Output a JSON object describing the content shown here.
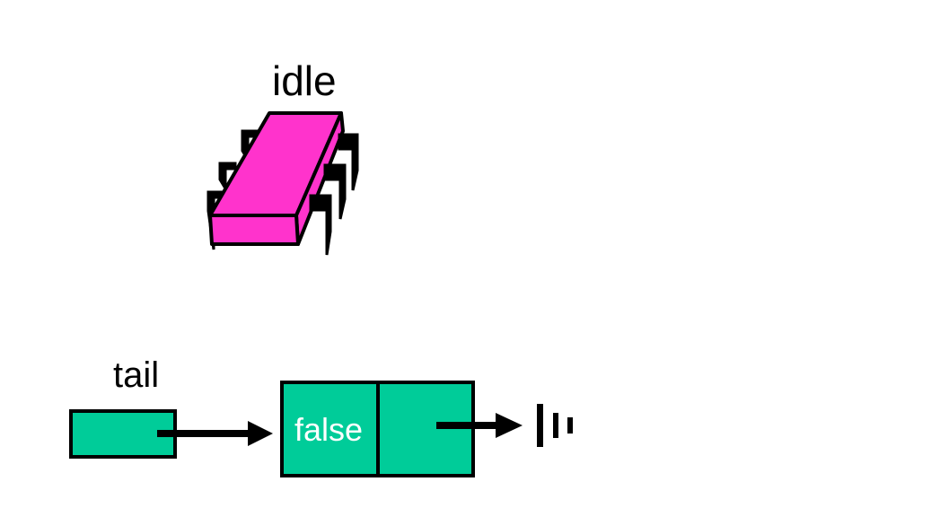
{
  "labels": {
    "idle": "idle",
    "tail": "tail",
    "node_value": "false"
  },
  "icons": {
    "processor": "microchip-icon",
    "null_terminator": "ground-null-icon"
  },
  "colors": {
    "chip_body": "#ff33cc",
    "node_fill": "#00cc99",
    "stroke": "#000000",
    "node_text": "#ffffff",
    "background": "#ffffff"
  }
}
